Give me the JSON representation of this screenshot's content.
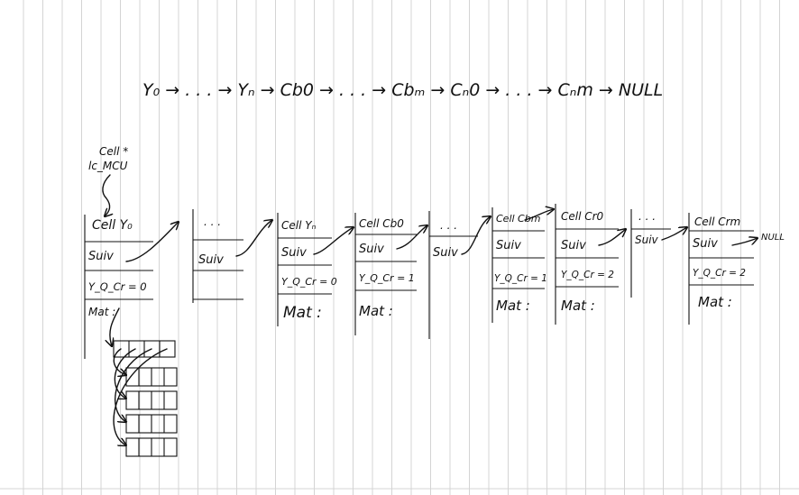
{
  "chain": "Y₀ → . . . → Yₙ → Cb0 → . . . → Cbₘ → Cₙ0 → . . . → Cₙm → NULL",
  "pointer": {
    "line1": "Cell *",
    "line2": "lc_MCU"
  },
  "cells": [
    {
      "title": "Cell Y₀",
      "suiv": "Suiv",
      "yqc": "Y_Q_Cr = 0",
      "mat": "Mat :"
    },
    {
      "title": ". . .",
      "suiv": "Suiv"
    },
    {
      "title": "Cell Yₙ",
      "suiv": "Suiv",
      "yqc": "Y_Q_Cr = 0",
      "mat": "Mat :"
    },
    {
      "title": "Cell Cb0",
      "suiv": "Suiv",
      "yqc": "Y_Q_Cr = 1",
      "mat": "Mat :"
    },
    {
      "title": ". . .",
      "suiv": "Suiv"
    },
    {
      "title": "Cell Cbm",
      "suiv": "Suiv",
      "yqc": "Y_Q_Cr = 1",
      "mat": "Mat :"
    },
    {
      "title": "Cell Cr0",
      "suiv": "Suiv",
      "yqc": "Y_Q_Cr = 2",
      "mat": "Mat :"
    },
    {
      "title": ". . .",
      "suiv": "Suiv"
    },
    {
      "title": "Cell Crm",
      "suiv": "Suiv",
      "yqc": "Y_Q_Cr = 2",
      "mat": "Mat :"
    }
  ],
  "null_label": "NULL"
}
